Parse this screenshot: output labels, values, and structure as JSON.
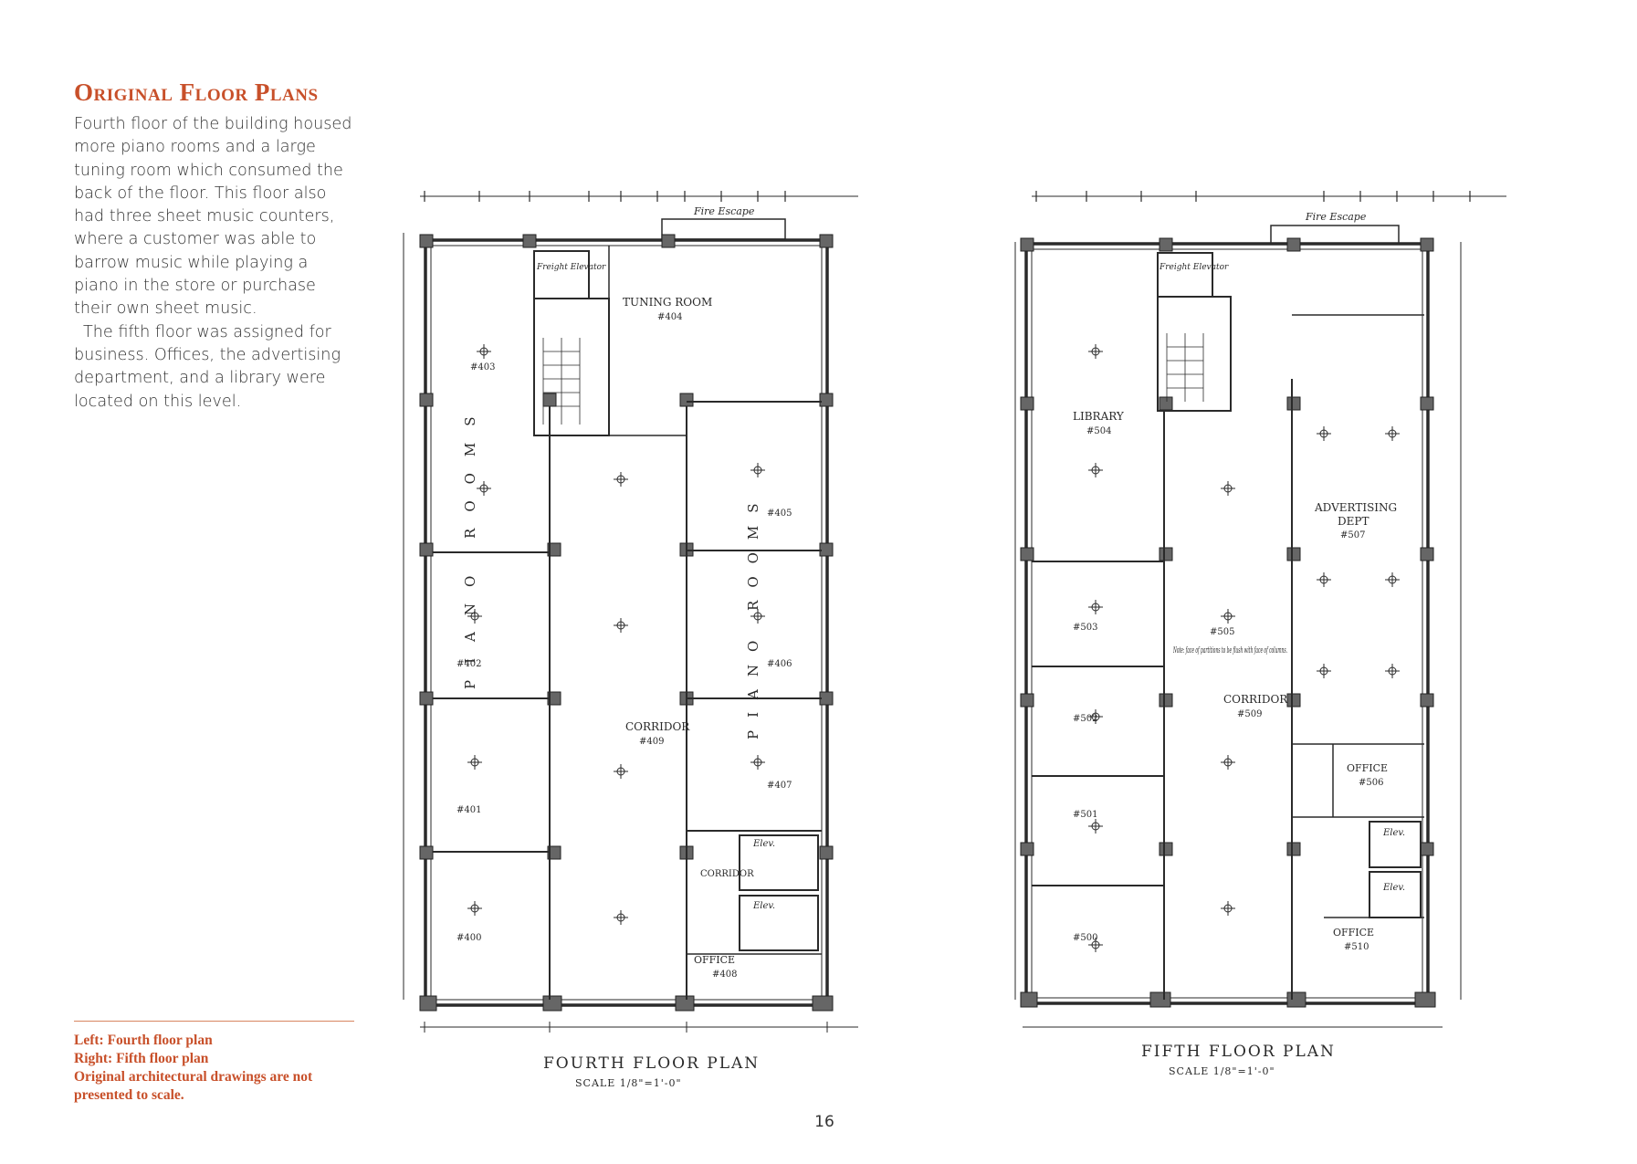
{
  "section": {
    "title": "Original Floor Plans",
    "paragraphs": [
      "Fourth floor of the building housed more piano rooms and a large tuning room which consumed the back of the floor. This floor also had three sheet music counters, where a customer was able to barrow music while playing a piano in the store or purchase their own sheet music.",
      "The fifth floor was assigned for business. Offices, the advertising department, and a library were located on this level."
    ]
  },
  "caption": {
    "lines": [
      "Left: Fourth floor plan",
      "Right: Fifth floor plan",
      "Original architectural drawings are not",
      "presented to scale."
    ]
  },
  "plans": {
    "fourth": {
      "title": "FOURTH FLOOR PLAN",
      "scale": "SCALE 1/8\"=1'-0\"",
      "labels": {
        "fire_escape": "Fire Escape",
        "freight_elevator": "Freight Elevator",
        "tuning_room": "TUNING ROOM",
        "tuning_room_no": "#404",
        "piano_rooms_left": "PIANO ROOMS",
        "piano_rooms_right": "PIANO ROOMS",
        "corridor": "CORRIDOR",
        "corridor_no": "#409",
        "corridor_small": "CORRIDOR",
        "elev_1": "Elev.",
        "elev_2": "Elev.",
        "office": "OFFICE",
        "office_no": "#408",
        "room_403": "#403",
        "room_405": "#405",
        "room_402": "#402",
        "room_406": "#406",
        "room_401": "#401",
        "room_407": "#407",
        "room_400": "#400"
      }
    },
    "fifth": {
      "title": "FIFTH FLOOR PLAN",
      "scale": "SCALE 1/8\"=1'-0\"",
      "labels": {
        "fire_escape": "Fire Escape",
        "freight_elevator": "Freight Elevator",
        "library": "LIBRARY",
        "library_no": "#504",
        "advertising": "ADVERTISING",
        "advertising_dept": "DEPT",
        "advertising_no": "#507",
        "corridor": "CORRIDOR",
        "corridor_no": "#509",
        "office_1": "OFFICE",
        "office_1_no": "#506",
        "office_2": "OFFICE",
        "office_2_no": "#510",
        "elev_1": "Elev.",
        "elev_2": "Elev.",
        "note": "Note: face of partitions to be flush with face of columns.",
        "room_503": "#503",
        "room_502": "#502",
        "room_501": "#501",
        "room_500": "#500",
        "room_505": "#505"
      }
    }
  },
  "page": {
    "number": "16"
  }
}
